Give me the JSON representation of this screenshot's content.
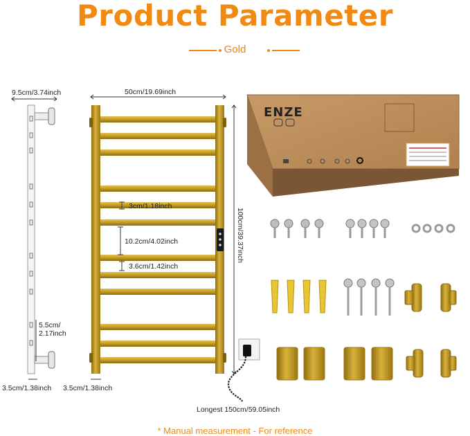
{
  "title": "Product Parameter",
  "color_label": "Gold",
  "dimensions": {
    "side_depth": "9.5cm/3.74inch",
    "width": "50cm/19.69inch",
    "bar_gap_small": "3cm/1.18inch",
    "bar_gap_large": "10.2cm/4.02inch",
    "bar_height": "3.6cm/1.42inch",
    "height": "100cm/39.37inch",
    "bracket_spacing": "5.5cm/\n2.17inch",
    "post_depth_left": "3.5cm/1.38inch",
    "post_depth_right": "3.5cm/1.38inch",
    "cable_length": "Longest 150cm/59.05inch"
  },
  "box_brand": "ENZE",
  "footnote": "* Manual measurement - For reference",
  "colors": {
    "accent": "#f08a13",
    "gold": "#c9a227",
    "box": "#b98a58"
  }
}
